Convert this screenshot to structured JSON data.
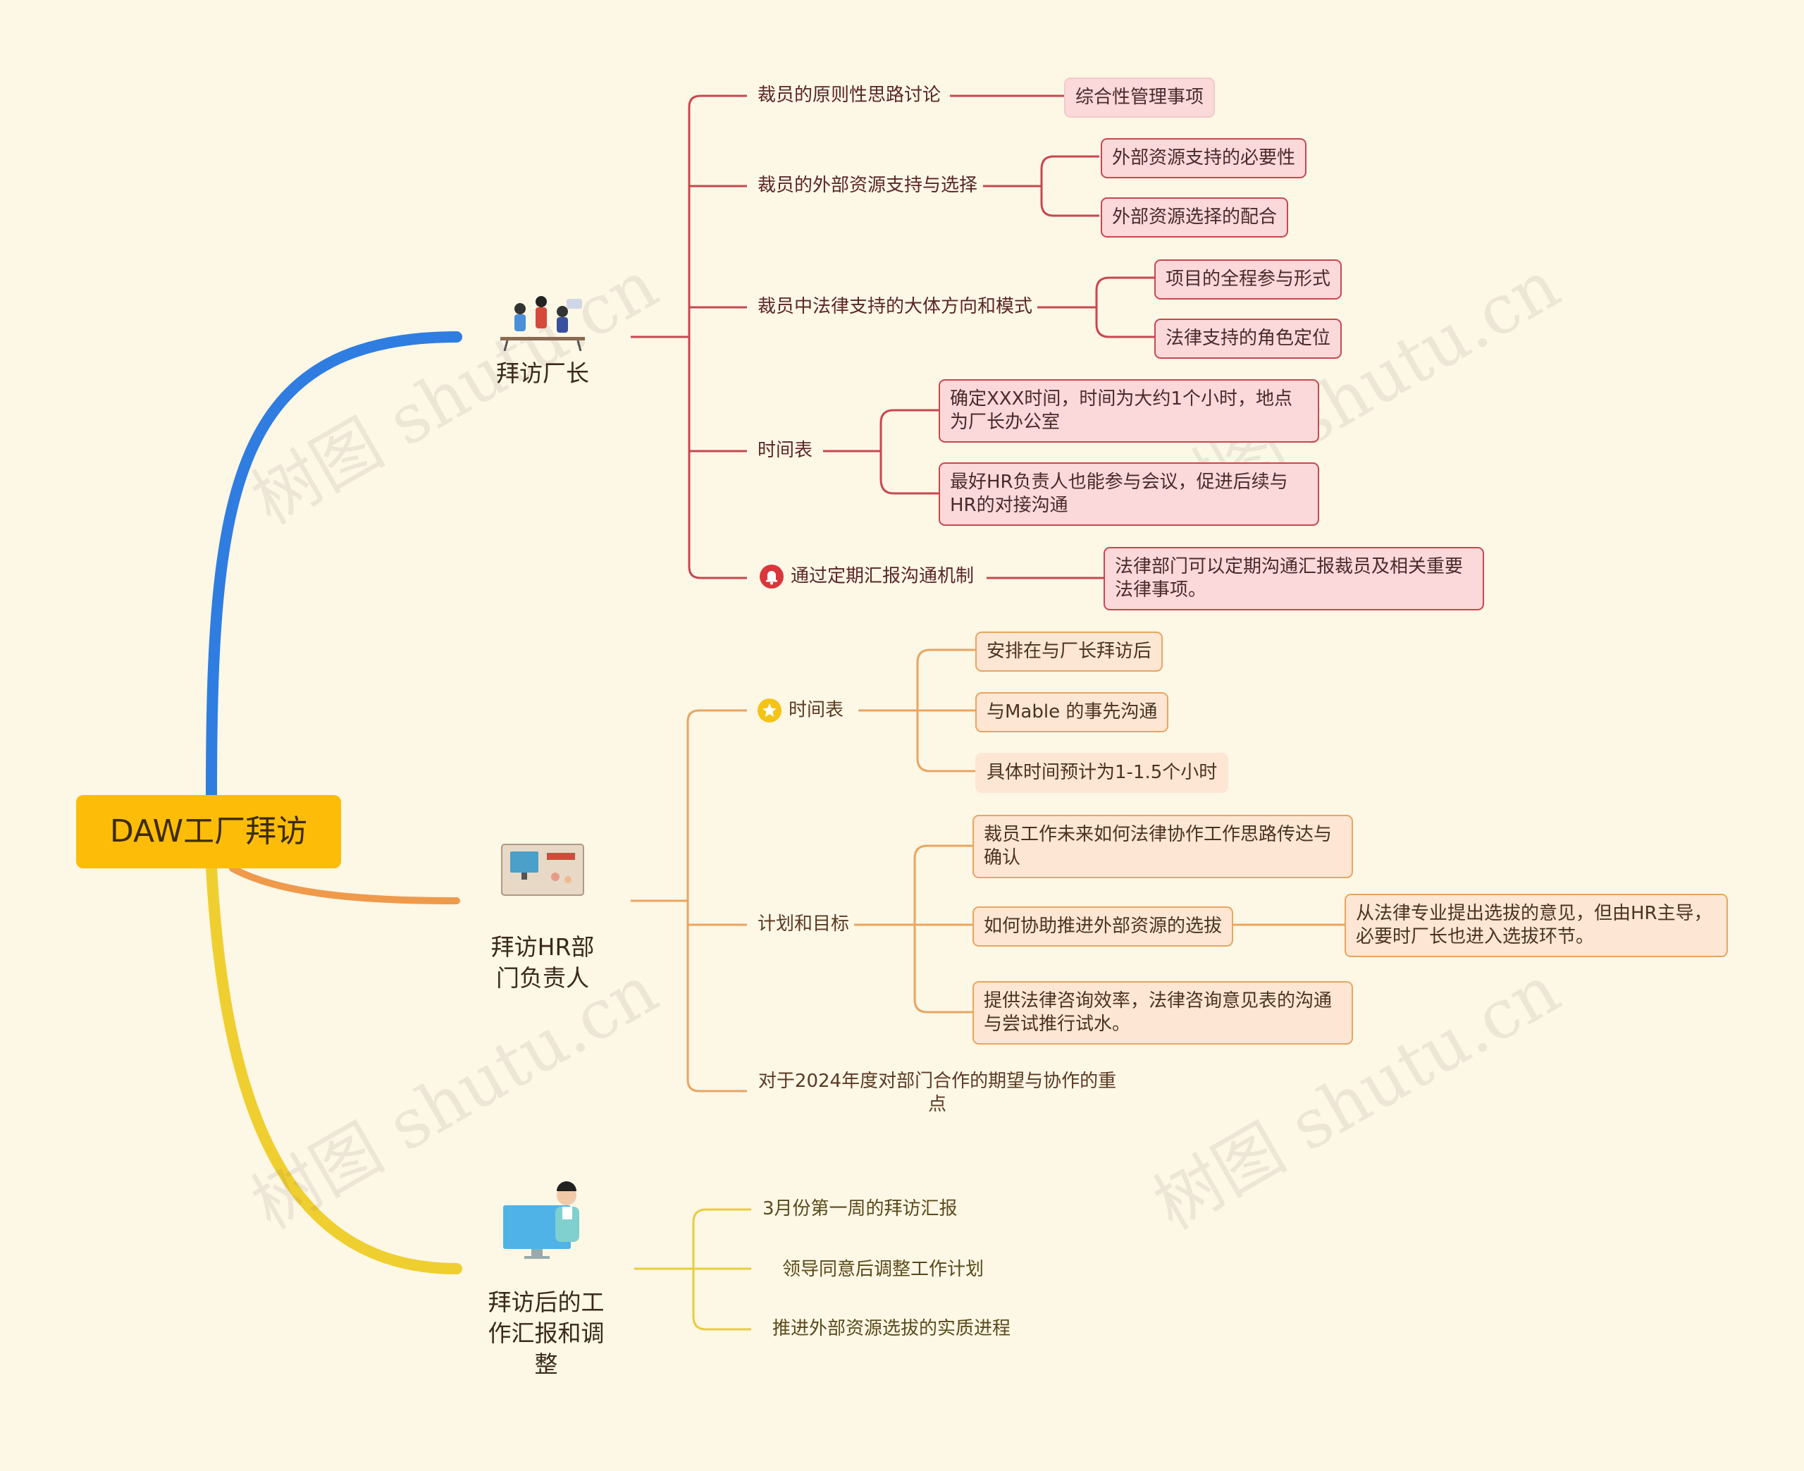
{
  "root": {
    "label": "DAW工厂拜访"
  },
  "watermark": "树图 shutu.cn",
  "colors": {
    "background": "#fdf7e6",
    "root": "#fcbc07",
    "branch1": "#2f7de1",
    "branch2": "#ef9a4b",
    "branch3": "#efcf2f",
    "red": "#c8474f",
    "orange": "#e9a560",
    "yellow": "#e8cd3a"
  },
  "branch1": {
    "label": "拜访厂长",
    "icon": "meeting-people-icon",
    "items": [
      {
        "label": "裁员的原则性思路讨论",
        "children": [
          "综合性管理事项"
        ]
      },
      {
        "label": "裁员的外部资源支持与选择",
        "children": [
          "外部资源支持的必要性",
          "外部资源选择的配合"
        ]
      },
      {
        "label": "裁员中法律支持的大体方向和模式",
        "children": [
          "项目的全程参与形式",
          "法律支持的角色定位"
        ]
      },
      {
        "label": "时间表",
        "children": [
          "确定XXX时间，时间为大约1个小时，地点为厂长办公室",
          "最好HR负责人也能参与会议，促进后续与HR的对接沟通"
        ]
      },
      {
        "label": "通过定期汇报沟通机制",
        "icon": "bell-icon",
        "children": [
          "法律部门可以定期沟通汇报裁员及相关重要法律事项。"
        ]
      }
    ]
  },
  "branch2": {
    "label": "拜访HR部门负责人",
    "icon": "monitor-desk-icon",
    "items": [
      {
        "label": "时间表",
        "icon": "star-icon",
        "children": [
          "安排在与厂长拜访后",
          "与Mable 的事先沟通",
          "具体时间预计为1-1.5个小时"
        ]
      },
      {
        "label": "计划和目标",
        "children": [
          "裁员工作未来如何法律协作工作思路传达与确认",
          "如何协助推进外部资源的选拔",
          "提供法律咨询效率，法律咨询意见表的沟通与尝试推行试水。"
        ],
        "grandchild": "从法律专业提出选拔的意见，但由HR主导，必要时厂长也进入选拔环节。"
      },
      {
        "label": "对于2024年度对部门合作的期望与协作的重点"
      }
    ]
  },
  "branch3": {
    "label": "拜访后的工作汇报和调整",
    "icon": "presenter-icon",
    "items": [
      "3月份第一周的拜访汇报",
      "领导同意后调整工作计划",
      "推进外部资源选拔的实质进程"
    ]
  }
}
